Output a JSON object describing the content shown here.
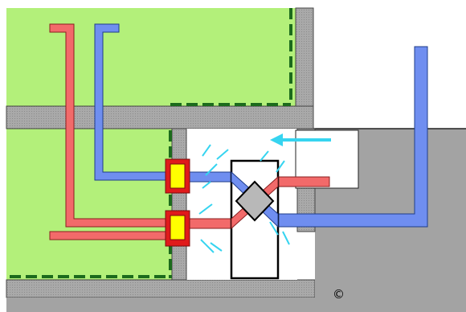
{
  "copyright_symbol": "©",
  "colors": {
    "room_fill": "#b3f07a",
    "wall": "#a6a6a6",
    "wall_dark": "#8f8f8f",
    "wall_edge": "#333333",
    "dashed_border": "#1c6b1c",
    "supply_duct": "#f26a6a",
    "exhaust_duct": "#6f8ef0",
    "heat_exchanger": "#b8b8b8",
    "fan_outline": "#e01b1b",
    "fan_core": "#ffff00",
    "airflow_arrow": "#36d4f0",
    "unit_room": "#ffffff"
  },
  "components": {
    "upper_room": "room",
    "lower_room": "room",
    "ventilation_unit": "heat-recovery-unit",
    "heat_exchanger": "cross-flow-exchanger",
    "fans": [
      "supply-fan",
      "exhaust-fan"
    ],
    "ducts": [
      "supply-duct-upper",
      "supply-duct-lower",
      "exhaust-duct-upper",
      "outdoor-exhaust-duct",
      "outdoor-intake-duct"
    ]
  }
}
